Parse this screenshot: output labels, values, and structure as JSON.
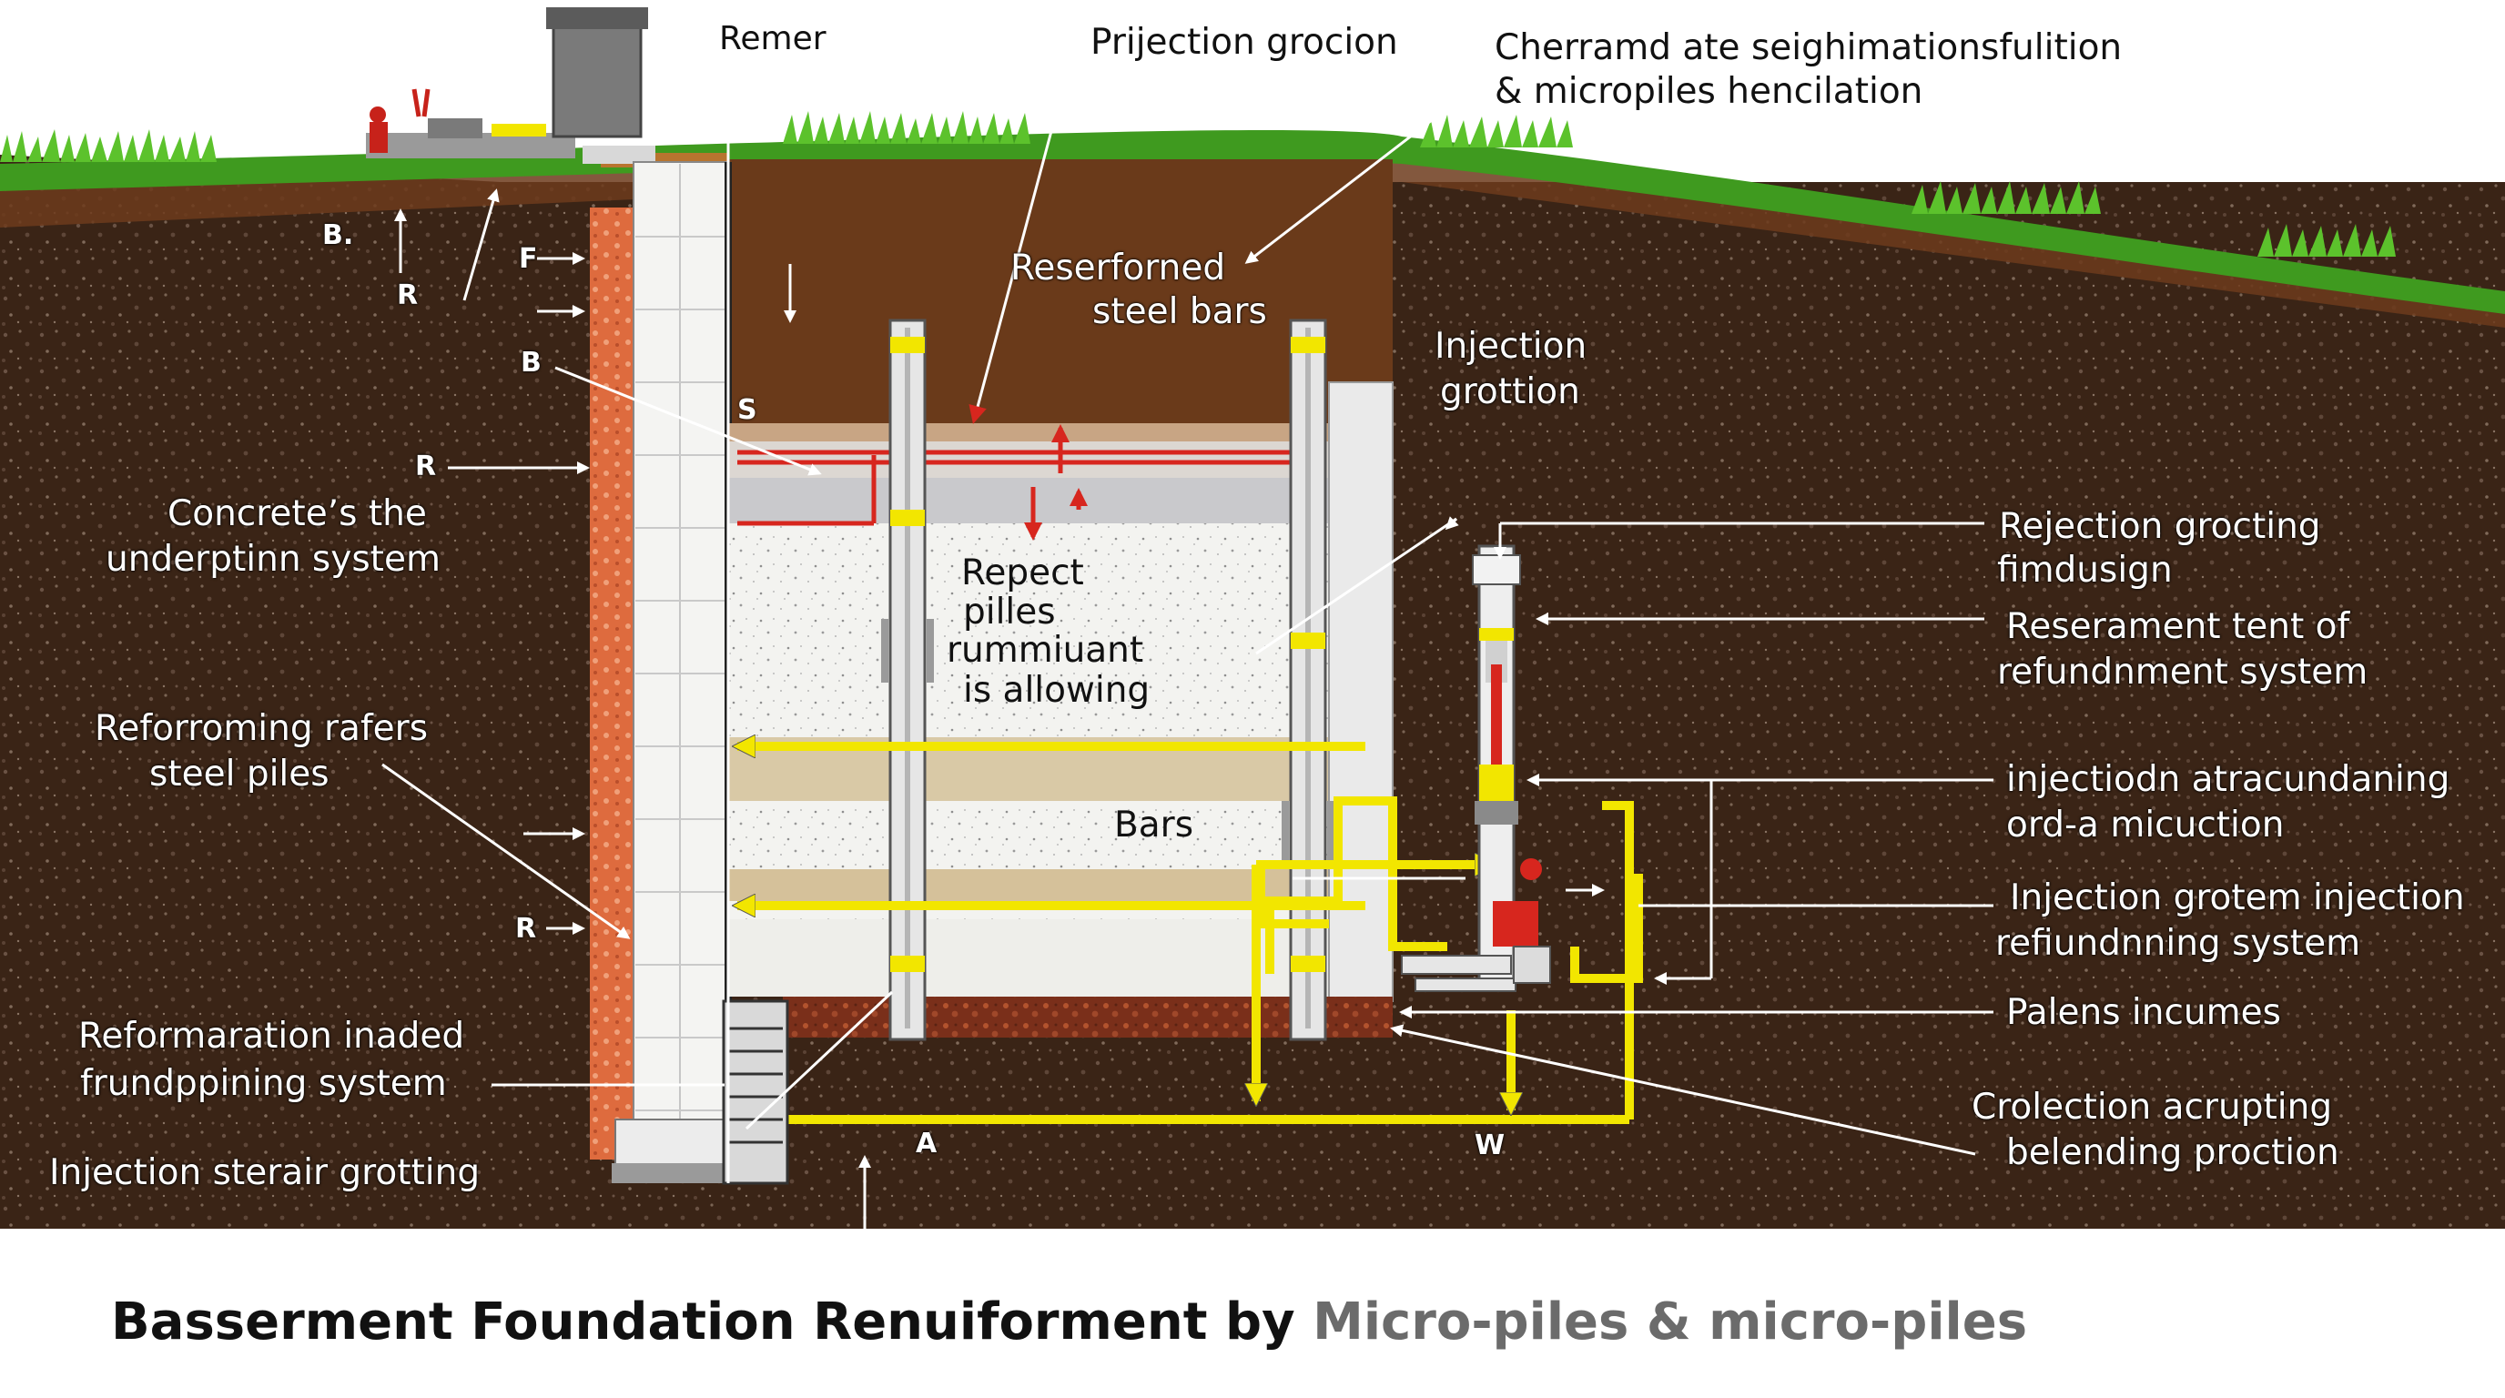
{
  "labels": {
    "remer": "Remer",
    "prijection": "Prijection grocion",
    "top_right_1": "Cherramd ate seighimationsfulition",
    "top_right_2": "& micropiles hencilation",
    "reserforned_1": "Reserforned",
    "reserforned_2": "steel bars",
    "injection_grottion_1": "Injection",
    "injection_grottion_2": "grottion",
    "concrete_1": "Concrete’s the",
    "concrete_2": "underptinn system",
    "reforroming_1": "Reforroming rafers",
    "reforroming_2": "steel piles",
    "reformaration_1": "Reformaration inaded",
    "reformaration_2": "frundppining system",
    "injection_sterair": "Injection sterair grotting",
    "repect_1": "Repect",
    "repect_2": "pilles",
    "repect_3": "rummiuant",
    "repect_4": "is allowing",
    "bars": "Bars",
    "rejection_1": "Rejection grocting",
    "rejection_2": "fimdusign",
    "reserament_1": "Reserament tent of",
    "reserament_2": "refundnment system",
    "injectiodn_1": "injectiodn atracundaning",
    "injectiodn_2": "ord-a micuction",
    "injection_grotem_1": "Injection grotem injection",
    "injection_grotem_2": "refiundnning system",
    "palens": "Palens incumes",
    "crolection_1": "Crolection acrupting",
    "crolection_2": "belending proction"
  },
  "letters": {
    "b_dot": "B.",
    "r_top": "R",
    "f": "F",
    "b": "B",
    "r_mid": "R",
    "r_low": "R",
    "s": "S",
    "a": "A",
    "w": "W"
  },
  "caption": {
    "bold": "Basserment Foundation  Renuiforment by",
    "muted": "Micro-piles & micro-piles"
  },
  "colors": {
    "soil": "#3b2417",
    "topsoil": "#6a3a1e",
    "grass": "#3f9a1f",
    "concrete": "#f1f1ee",
    "brick": "#d9663a",
    "grout": "#f2e600",
    "rebar": "#d7261e",
    "pipe": "#e8e8e8"
  }
}
